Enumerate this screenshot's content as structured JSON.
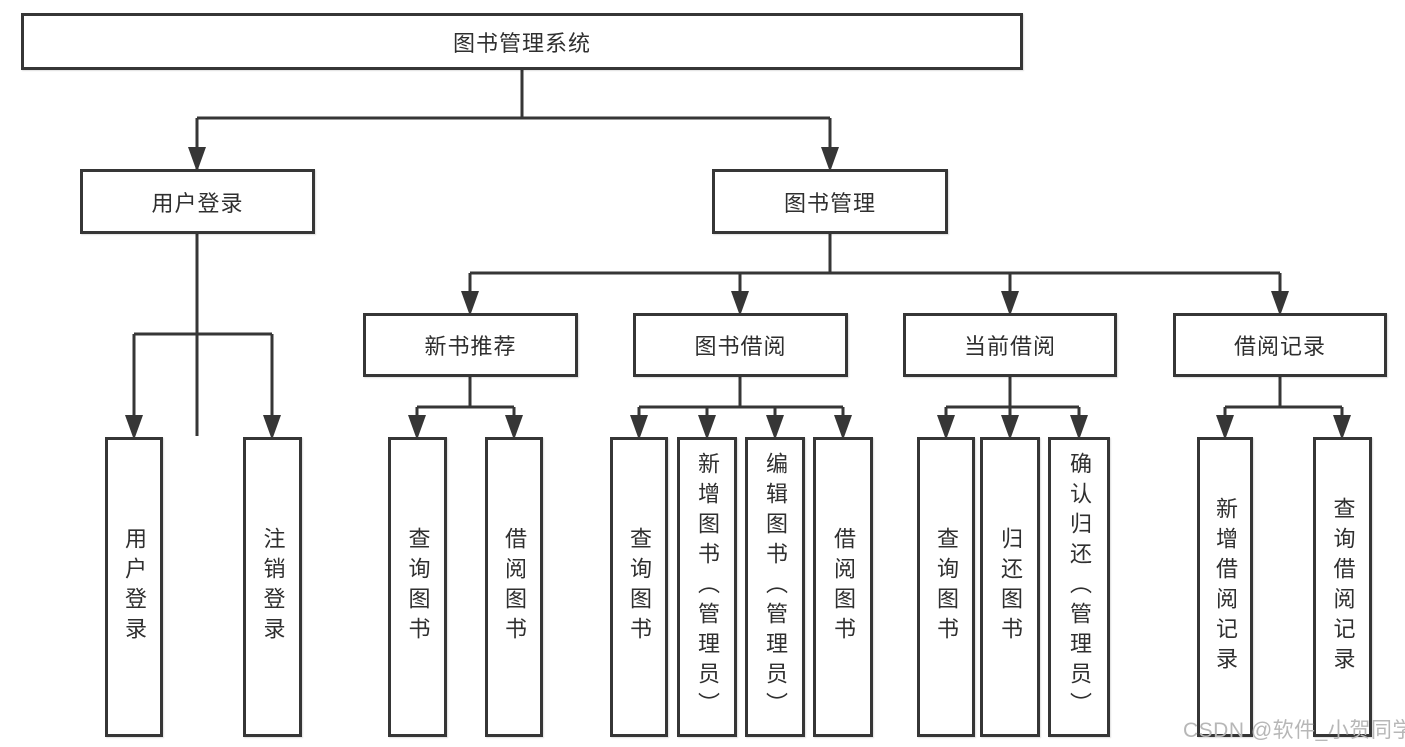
{
  "tree": {
    "root": {
      "label": "图书管理系统"
    },
    "branches": [
      {
        "label": "用户登录",
        "children": [
          {
            "label": "用户登录"
          },
          {
            "label": "注销登录"
          }
        ]
      },
      {
        "label": "图书管理",
        "children": [
          {
            "label": "新书推荐",
            "children": [
              {
                "label": "查询图书"
              },
              {
                "label": "借阅图书"
              }
            ]
          },
          {
            "label": "图书借阅",
            "children": [
              {
                "label": "查询图书"
              },
              {
                "label": "新增图书（管理员）"
              },
              {
                "label": "编辑图书（管理员）"
              },
              {
                "label": "借阅图书"
              }
            ]
          },
          {
            "label": "当前借阅",
            "children": [
              {
                "label": "查询图书"
              },
              {
                "label": "归还图书"
              },
              {
                "label": "确认归还（管理员）"
              }
            ]
          },
          {
            "label": "借阅记录",
            "children": [
              {
                "label": "新增借阅记录"
              },
              {
                "label": "查询借阅记录"
              }
            ]
          }
        ]
      }
    ]
  },
  "watermark": {
    "text": "CSDN @软件_小贺同学"
  },
  "colors": {
    "line": "#363636",
    "border": "#363636",
    "text": "#2f2f2f",
    "background": "#ffffff",
    "watermark": "#b7b7b7"
  }
}
